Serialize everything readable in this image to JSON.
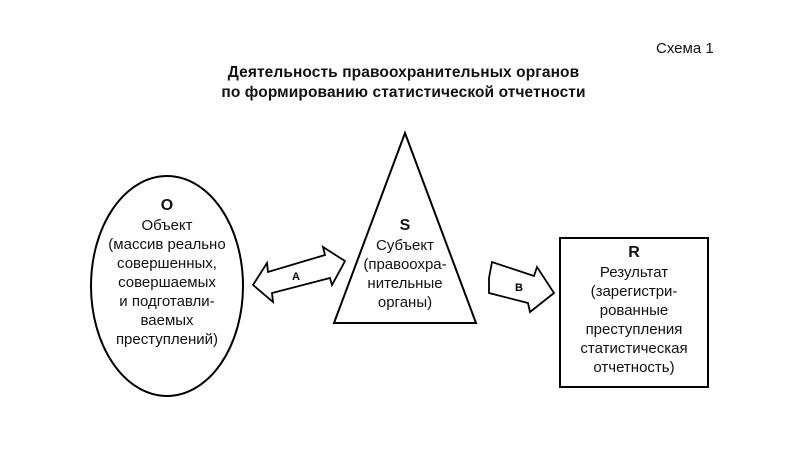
{
  "scheme_label": "Схема 1",
  "title": {
    "line1": "Деятельность правоохранительных органов",
    "line2": "по формированию статистической отчетности"
  },
  "object": {
    "letter": "О",
    "lines": [
      "Объект",
      "(массив реально",
      "совершенных,",
      "совершаемых",
      "и подготавли-",
      "ваемых",
      "преступлений)"
    ]
  },
  "subject": {
    "letter": "S",
    "lines": [
      "Субъект",
      "(правоохра-",
      "нительные",
      "органы)"
    ]
  },
  "result": {
    "letter": "R",
    "lines": [
      "Результат",
      "(зарегистри-",
      "рованные",
      "преступления",
      "статистическая",
      "отчетность)"
    ]
  },
  "arrows": {
    "a_label": "А",
    "b_label": "В"
  }
}
